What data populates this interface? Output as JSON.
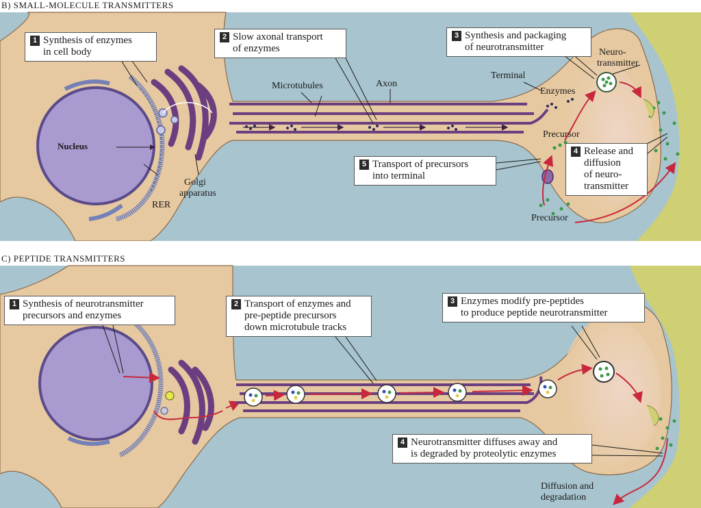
{
  "panel_b": {
    "heading": "B) SMALL-MOLECULE TRANSMITTERS",
    "steps": [
      {
        "num": "1",
        "line1": "Synthesis of enzymes",
        "line2": "in cell body"
      },
      {
        "num": "2",
        "line1": "Slow axonal transport",
        "line2": "of enzymes"
      },
      {
        "num": "3",
        "line1": "Synthesis and packaging",
        "line2": "of neurotransmitter"
      },
      {
        "num": "4",
        "line1": "Release and",
        "line2": "diffusion",
        "line3": "of neuro-",
        "line4": "transmitter"
      },
      {
        "num": "5",
        "line1": "Transport of precursors",
        "line2": "into terminal"
      }
    ],
    "labels": {
      "nucleus": "Nucleus",
      "rer": "RER",
      "golgi_1": "Golgi",
      "golgi_2": "apparatus",
      "microtubules": "Microtubules",
      "axon": "Axon",
      "terminal": "Terminal",
      "enzymes": "Enzymes",
      "neuro_1": "Neuro-",
      "neuro_2": "transmitter",
      "precursor_inside": "Precursor",
      "precursor_outside": "Precursor"
    }
  },
  "panel_c": {
    "heading": "C) PEPTIDE TRANSMITTERS",
    "steps": [
      {
        "num": "1",
        "line1": "Synthesis of neurotransmitter",
        "line2": "precursors and enzymes"
      },
      {
        "num": "2",
        "line1": "Transport of enzymes and",
        "line2": "pre-peptide precursors",
        "line3": "down microtubule tracks"
      },
      {
        "num": "3",
        "line1": "Enzymes modify pre-peptides",
        "line2": "to produce peptide neurotransmitter"
      },
      {
        "num": "4",
        "line1": "Neurotransmitter diffuses away and",
        "line2": "is degraded by proteolytic enzymes"
      }
    ],
    "labels": {
      "diffusion_1": "Diffusion and",
      "diffusion_2": "degradation"
    }
  },
  "colors": {
    "background_fluid": "#a8c4cf",
    "cell_body": "#e6c9a0",
    "nucleus": "#a99ad0",
    "organelle": "#6b3e80",
    "rer": "#7480b8",
    "postsynaptic": "#cfcf73",
    "arrow": "#c8283c"
  }
}
